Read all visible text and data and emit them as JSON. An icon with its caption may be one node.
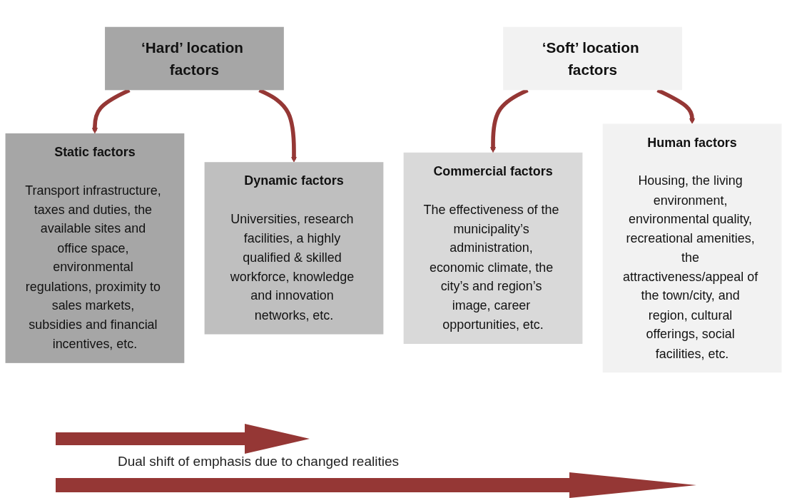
{
  "diagram": {
    "nodes": [
      {
        "text": [
          "‘Hard’ location factors"
        ]
      },
      {
        "text": [
          "‘Soft’ location factors"
        ]
      },
      {
        "text": [
          "Static factors",
          "Transport infrastructure, taxes and duties, the available sites and office space, environmental regulations, proximity to sales markets, subsidies and financial incentives, etc."
        ]
      },
      {
        "text": [
          "Dynamic factors",
          "Universities, research facilities, a highly qualified & skilled workforce, knowledge and innovation networks, etc."
        ]
      },
      {
        "text": [
          "Commercial factors",
          "The effectiveness of the municipality’s administration, economic climate, the city’s and region’s image, career opportunities, etc."
        ]
      },
      {
        "text": [
          "Human factors",
          "Housing, the living environment, environmental quality, recreational amenities, the attractiveness/appeal of the town/city, and region, cultural offerings, social facilities, etc."
        ]
      }
    ],
    "edges": [
      {
        "from": 0,
        "to": 2,
        "arrow": "to"
      },
      {
        "from": 0,
        "to": 3,
        "arrow": "to"
      },
      {
        "from": 1,
        "to": 4,
        "arrow": "to"
      },
      {
        "from": 1,
        "to": 5,
        "arrow": "to"
      }
    ],
    "labels": [
      "Dual shift of emphasis due to changed realities"
    ]
  }
}
